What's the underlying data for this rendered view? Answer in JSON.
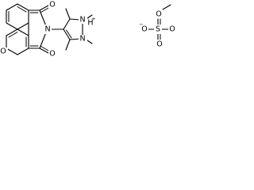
{
  "diagram": {
    "cation": {
      "atoms": {
        "carbonyl_top_O": "O",
        "carbonyl_bottom_O": "O",
        "imide_N": "N",
        "methoxy_O": "O",
        "ring_N_plus": "N",
        "ring_N_plus_charge": "+",
        "ring_N_plus_H": "H",
        "ring_N": "N"
      }
    },
    "anion": {
      "atoms": {
        "sulfur": "S",
        "oxygen_top": "O",
        "oxygen_left": "O",
        "oxygen_right": "O",
        "oxygen_bottom": "O",
        "oxygen_left_charge": "−"
      }
    }
  }
}
